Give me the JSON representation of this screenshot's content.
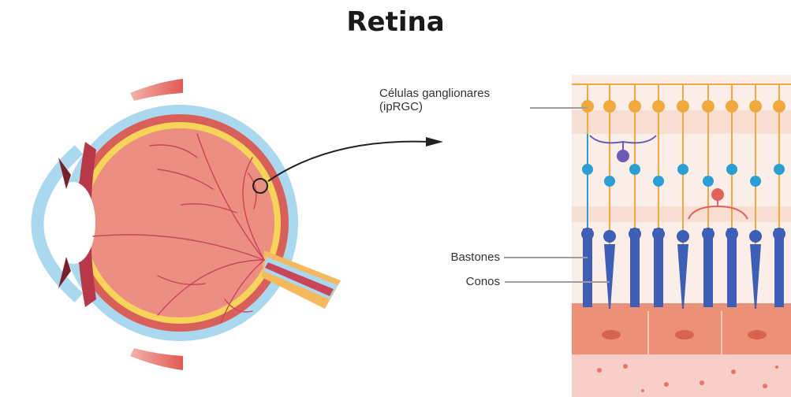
{
  "title": "Retina",
  "labels": {
    "ganglion_line1": "Células ganglionares",
    "ganglion_line2": "(ipRGC)",
    "rods": "Bastones",
    "cones": "Conos"
  },
  "colors": {
    "sclera": "#a9d8ef",
    "yellow_layer": "#f5d457",
    "eye_interior": "#ec8f82",
    "vessels": "#c8455a",
    "ganglion": "#f2a93b",
    "bipolar": "#2a9fd6",
    "photoreceptor": "#3d5fb8",
    "rpe": "#ec9077",
    "choroid": "#f7cfc8"
  }
}
